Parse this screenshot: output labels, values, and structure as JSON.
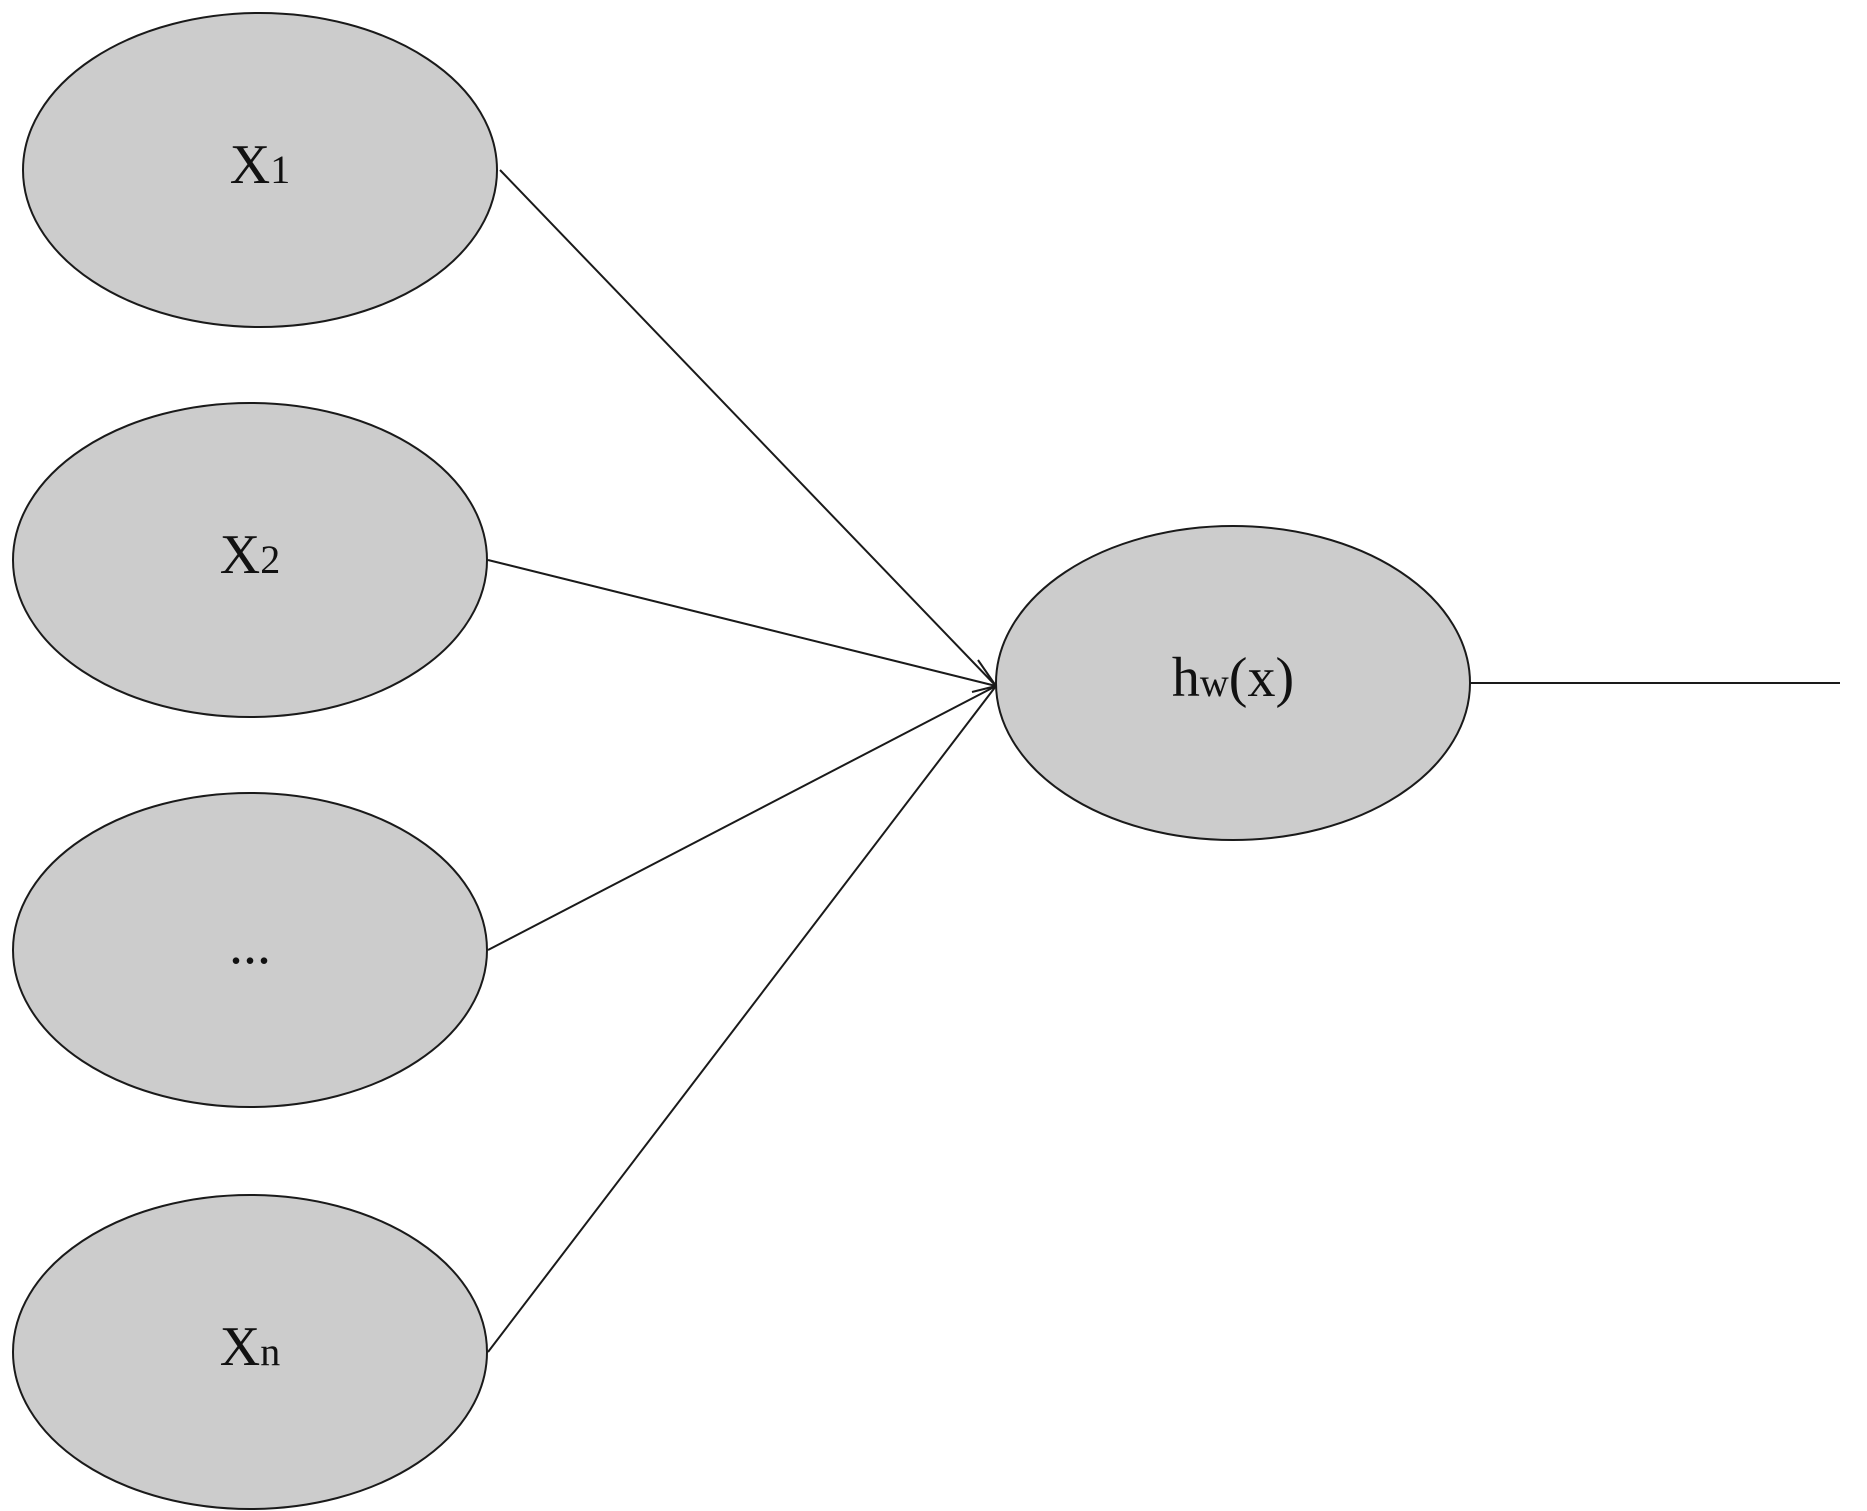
{
  "diagram": {
    "inputs": [
      {
        "main": "X",
        "sub": "1"
      },
      {
        "main": "X",
        "sub": "2"
      },
      {
        "main": "...",
        "sub": ""
      },
      {
        "main": "X",
        "sub": "n"
      }
    ],
    "output": {
      "main": "h",
      "sub": "w",
      "suffix": "(x)"
    }
  }
}
